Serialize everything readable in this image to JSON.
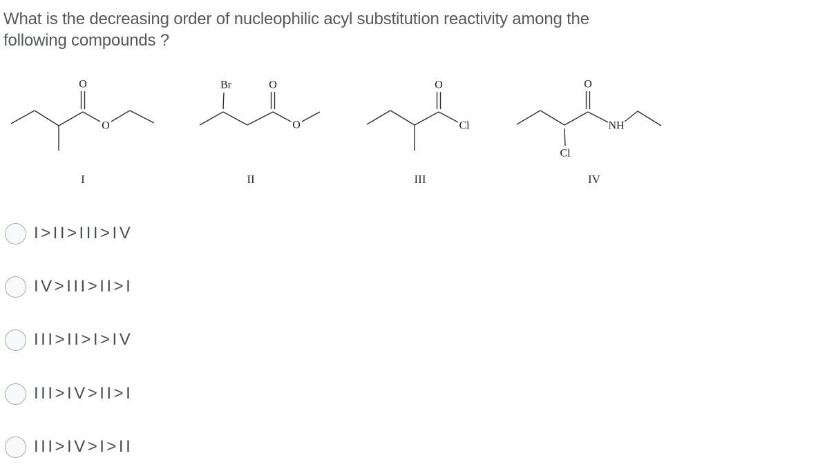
{
  "question": {
    "full_text": "What is the decreasing order of nucleophilic acyl substitution reactivity among the following compounds ?",
    "lines": [
      "What is the decreasing order of nucleophilic acyl substitution reactivity among the",
      "following compounds ?"
    ]
  },
  "compounds": [
    {
      "label": "I",
      "atoms": {
        "carbonyl_o": "O",
        "ester_o": "O"
      }
    },
    {
      "label": "II",
      "atoms": {
        "br": "Br",
        "carbonyl_o": "O",
        "ester_o": "O"
      }
    },
    {
      "label": "III",
      "atoms": {
        "carbonyl_o": "O",
        "cl": "Cl"
      }
    },
    {
      "label": "IV",
      "atoms": {
        "carbonyl_o": "O",
        "nh": "NH",
        "cl": "Cl"
      }
    }
  ],
  "options": [
    {
      "label": "I>II>III>IV",
      "selected": false
    },
    {
      "label": "IV>III>II>I",
      "selected": false
    },
    {
      "label": "III>II>I>IV",
      "selected": false
    },
    {
      "label": "III>IV>II>I",
      "selected": false
    },
    {
      "label": "III>IV>I>II",
      "selected": false
    }
  ],
  "colors": {
    "background": "#ffffff",
    "question_text": "#55585c",
    "option_text": "#494c50",
    "structure_line": "#2f2f2f",
    "radio_border": "#a6abb0",
    "radio_fill": "#f7f9fc"
  }
}
